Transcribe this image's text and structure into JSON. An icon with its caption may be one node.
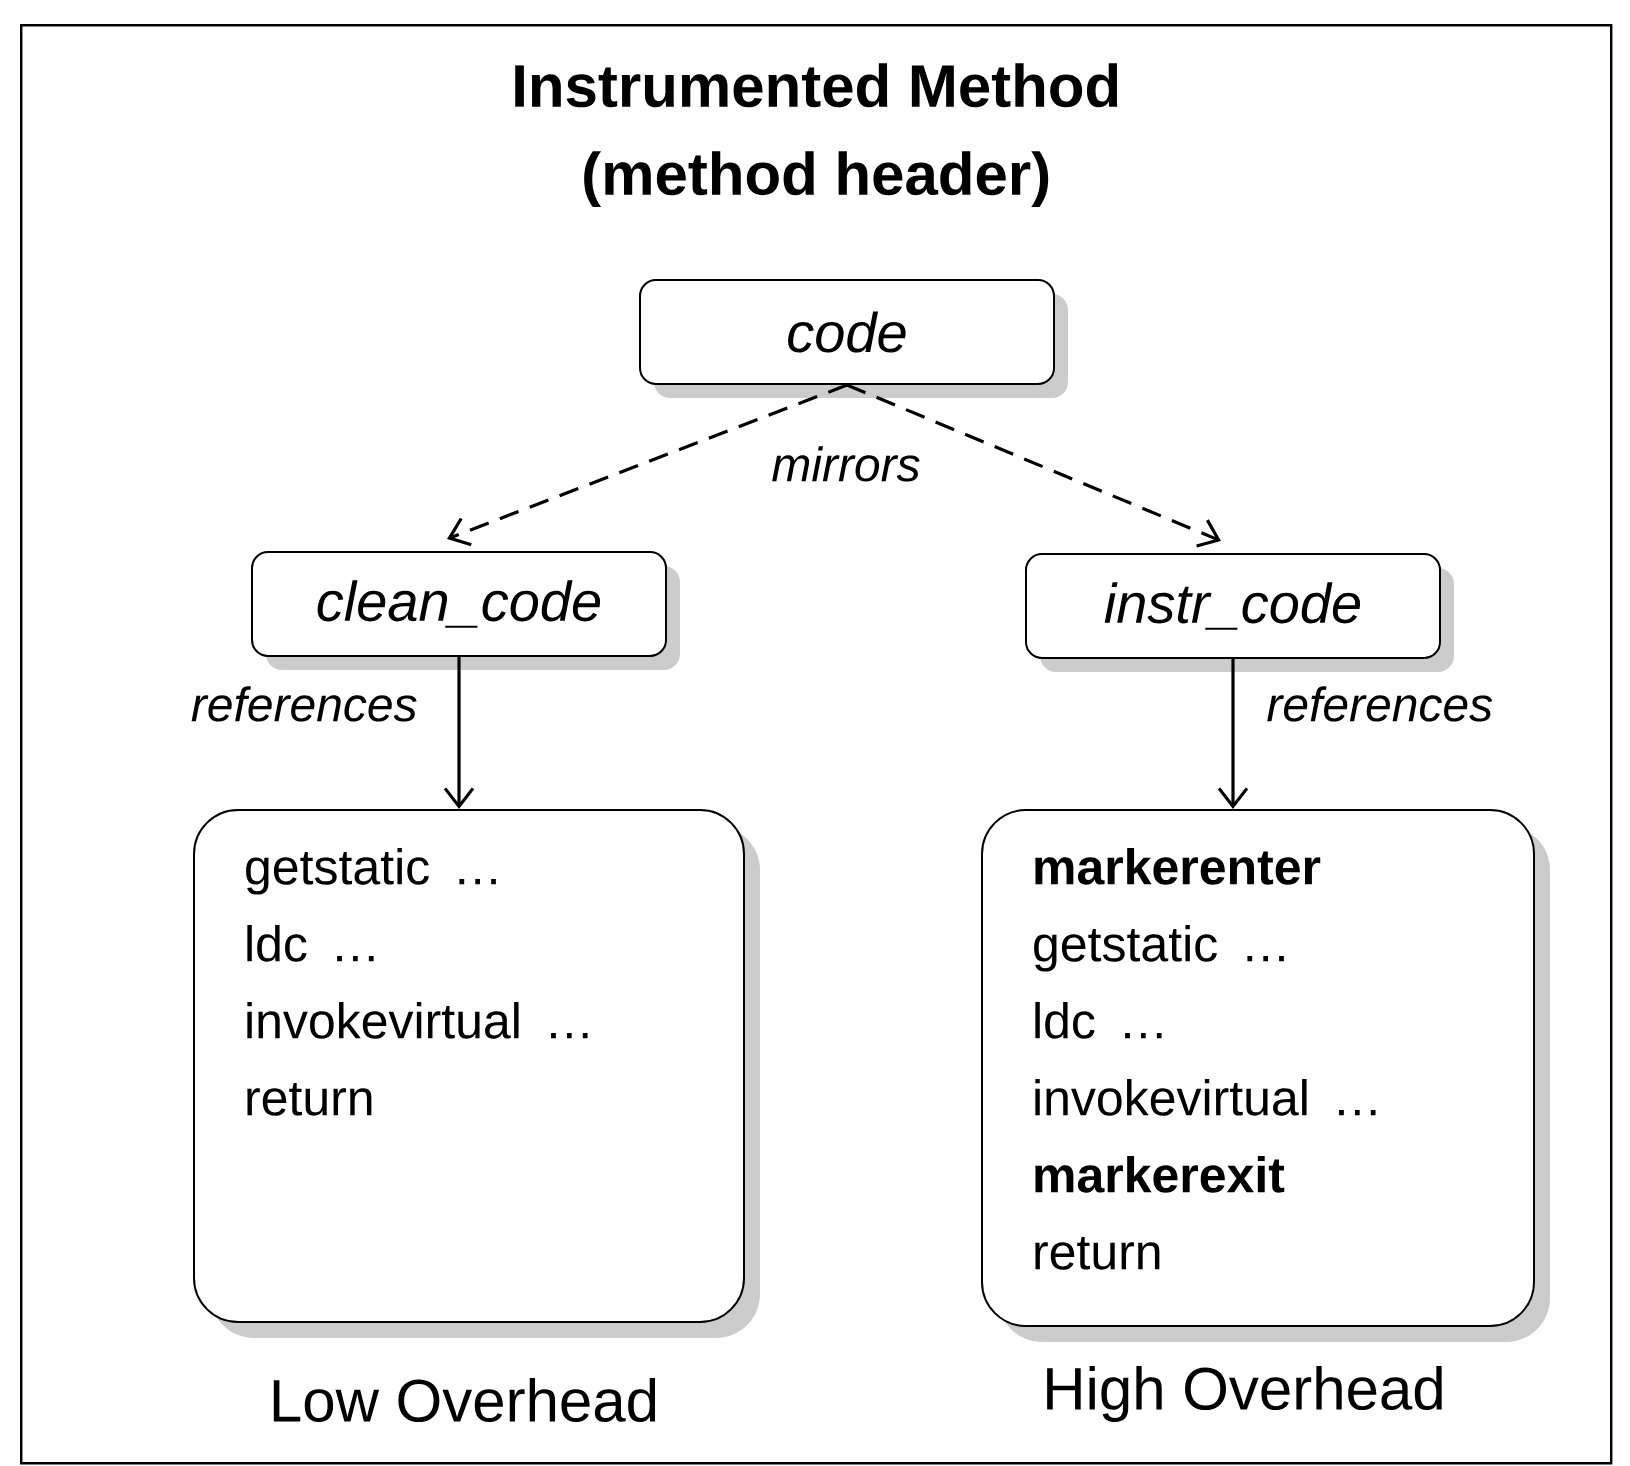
{
  "diagram": {
    "nodes": [
      {
        "text": [
          "Instrumented Method (method header)"
        ]
      },
      {
        "text": [
          "code"
        ],
        "in": 0
      },
      {
        "text": [
          "clean_code"
        ],
        "in": 0
      },
      {
        "text": [
          "instr_code"
        ],
        "in": 0
      },
      {
        "text": [
          "getstatic …",
          "ldc …",
          "invokevirtual …",
          "return"
        ],
        "in": 0,
        "beside": [
          "Low Overhead"
        ]
      },
      {
        "text": [
          "**markerenter**",
          "getstatic …",
          "ldc …",
          "invokevirtual …",
          "**markerexit**",
          "return"
        ],
        "in": 0,
        "beside": [
          "High Overhead"
        ]
      }
    ],
    "edges": [
      {
        "from": 1,
        "to": 2,
        "arrow": "to",
        "style": "dashed",
        "label": "mirrors"
      },
      {
        "from": 1,
        "to": 3,
        "arrow": "to",
        "style": "dashed"
      },
      {
        "from": 2,
        "to": 4,
        "arrow": "to",
        "label": "references"
      },
      {
        "from": 3,
        "to": 5,
        "arrow": "to",
        "label": "references"
      }
    ]
  }
}
